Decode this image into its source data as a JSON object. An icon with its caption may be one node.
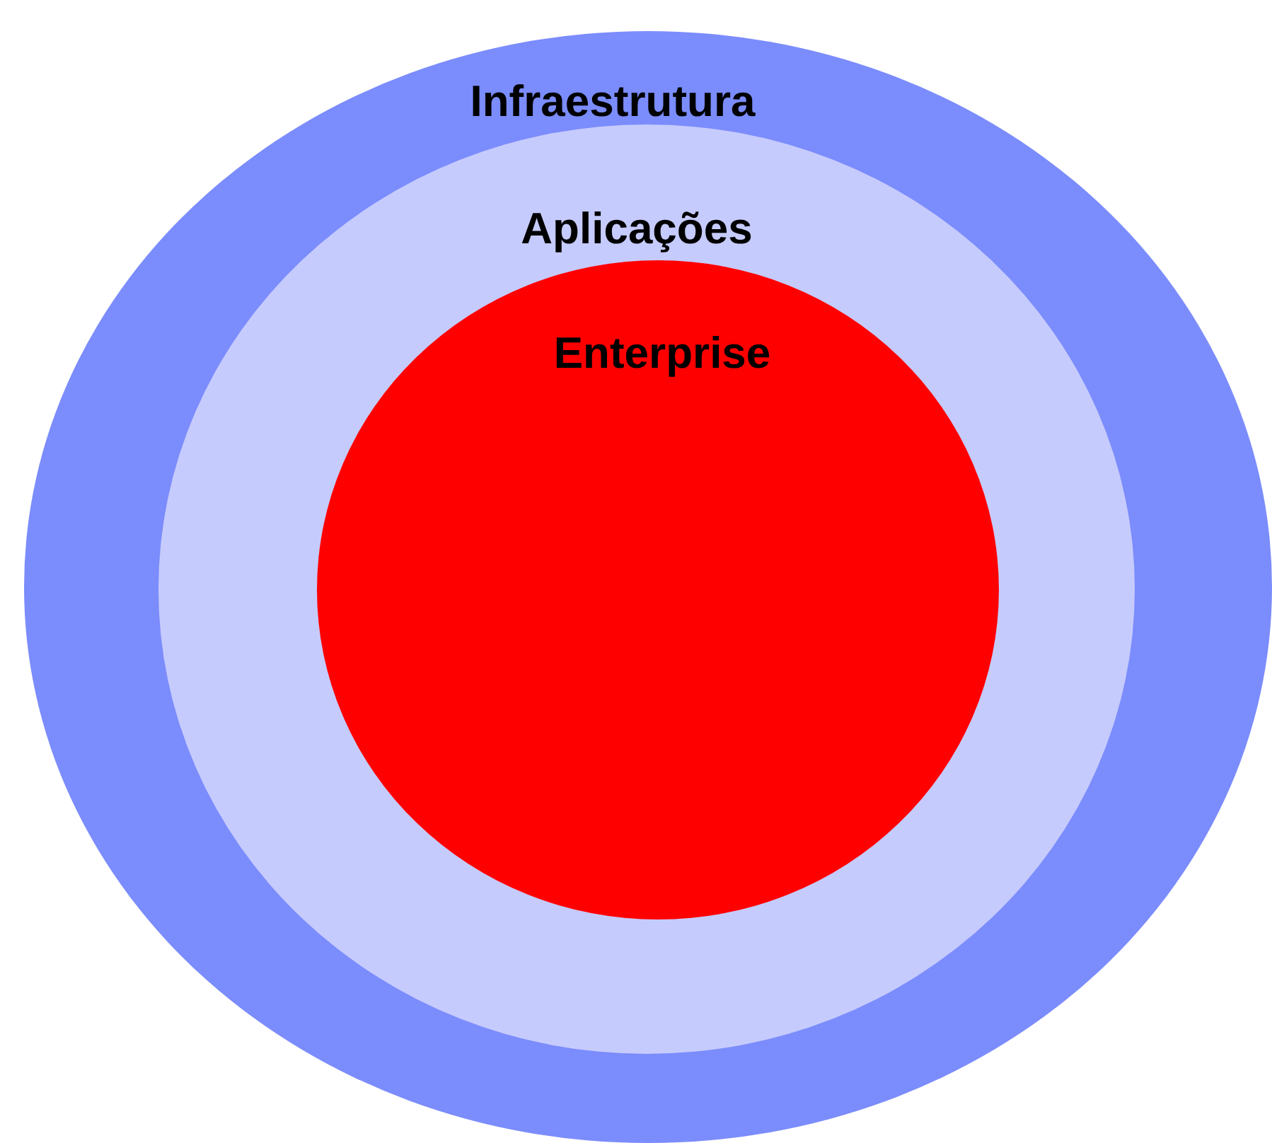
{
  "diagram": {
    "nodes": [
      {
        "text": [
          "Infraestrutura"
        ]
      },
      {
        "text": [
          "Aplicações"
        ],
        "in": 0
      },
      {
        "text": [
          "Enterprise"
        ],
        "in": 1
      }
    ]
  }
}
